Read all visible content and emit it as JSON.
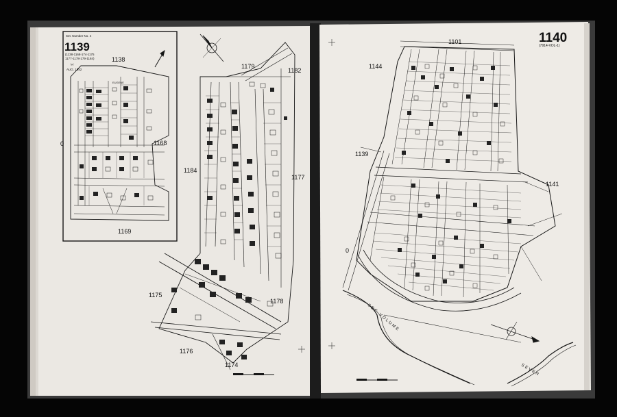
{
  "left_page": {
    "sheet_number": "1139",
    "header_note": "Set. Number No. 4",
    "adjoining_sheets_note_1": "(1138-1168-174-1175",
    "adjoining_sheets_note_2": "1177-1178-179-1184)",
    "inset_note": "\"A\"",
    "inset_date": "AUG. 1952",
    "street_label": "EUGENE",
    "adjacent_sheets": {
      "inset_top": "1138",
      "inset_right": "1168",
      "inset_bottom": "1169",
      "inset_left": "0",
      "main_top": "1179",
      "main_top_right": "1182",
      "main_left": "1184",
      "main_right": "1177",
      "lower_left": "1175",
      "lower_right": "1178",
      "bottom_a": "1176",
      "bottom_b": "1174"
    }
  },
  "right_page": {
    "sheet_number": "1140",
    "sub_note": "(7914-VOL-1)",
    "volume_note_1": "SEE VOLUME",
    "volume_note_2": "SEVEN",
    "adjacent_sheets": {
      "top": "1101",
      "top_left": "1144",
      "left": "1139",
      "right": "1141",
      "bottom_left": "0"
    }
  },
  "colors": {
    "paper": "#ece9e4",
    "ink": "#161616",
    "background": "#050505"
  }
}
